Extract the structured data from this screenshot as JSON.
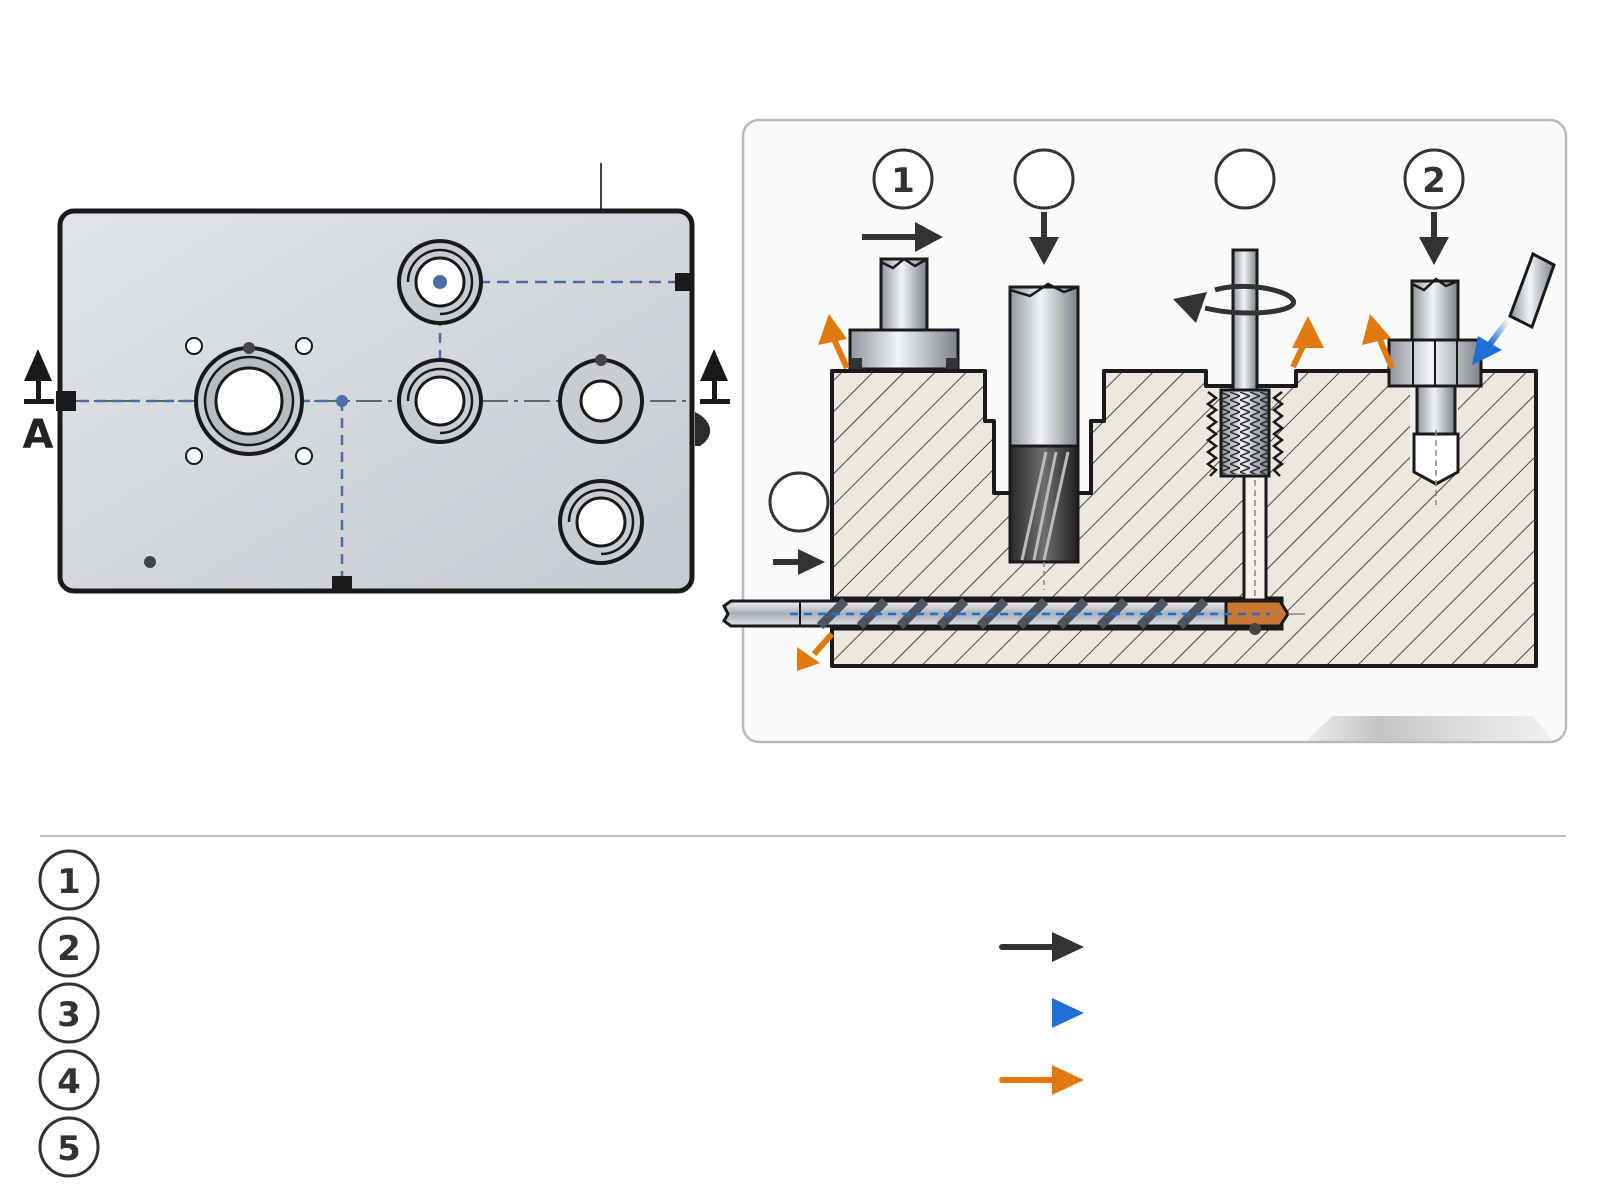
{
  "section": {
    "label": "A"
  },
  "callouts": [
    {
      "id": "c1",
      "number": "1"
    },
    {
      "id": "c-blank-a",
      "number": ""
    },
    {
      "id": "c-blank-b",
      "number": ""
    },
    {
      "id": "c2",
      "number": "2"
    },
    {
      "id": "c-blank-c",
      "number": ""
    }
  ],
  "legend": {
    "items": [
      {
        "number": "1"
      },
      {
        "number": "2"
      },
      {
        "number": "3"
      },
      {
        "number": "4"
      },
      {
        "number": "5"
      }
    ],
    "arrows": [
      {
        "id": "dark",
        "color": "#333333"
      },
      {
        "id": "blue",
        "color": "#1f6fd6"
      },
      {
        "id": "orange",
        "color": "#e07a10"
      }
    ]
  },
  "colors": {
    "plate": "#d3d7dc",
    "outline": "#1a1a1a",
    "centerline_blue": "#4a6fa8",
    "section_fill": "#ece7df",
    "panel_bg": "#fafaf8",
    "dark_arrow": "#333333",
    "blue_arrow": "#1f6fd6",
    "orange_arrow": "#e07a10"
  }
}
